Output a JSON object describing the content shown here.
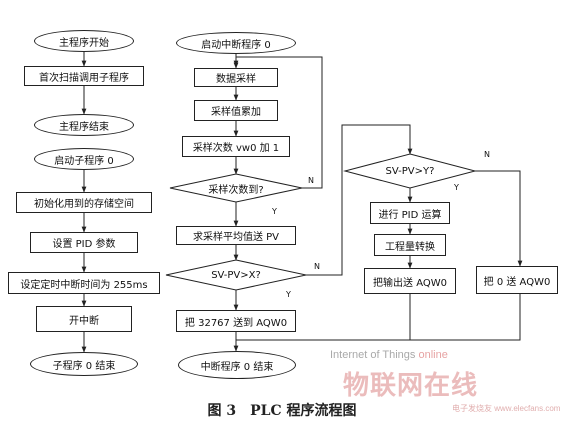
{
  "left_flow": {
    "main_start": "主程序开始",
    "first_scan": "首次扫描调用子程序",
    "main_end": "主程序结束",
    "sub_start": "启动子程序 0",
    "init_storage": "初始化用到的存储空间",
    "set_pid": "设置 PID 参数",
    "set_timer": "设定定时中断时间为 255ms",
    "enable_int": "开中断",
    "sub_end": "子程序 0 结束"
  },
  "middle_flow": {
    "int_start": "启动中断程序 0",
    "sample": "数据采样",
    "accumulate": "采样值累加",
    "count_inc": "采样次数 vw0 加 1",
    "count_reached": "采样次数到?",
    "avg_to_pv": "求采样平均值送 PV",
    "sv_pv_x": "SV-PV>X?",
    "send_32767": "把 32767 送到 AQW0",
    "int_end": "中断程序 0 结束"
  },
  "right_flow": {
    "sv_pv_y": "SV-PV>Y?",
    "pid_calc": "进行 PID 运算",
    "eng_convert": "工程量转换",
    "output_aqw": "把输出送 AQW0",
    "zero_aqw": "把 0 送 AQW0"
  },
  "branch_labels": {
    "n1": "N",
    "y1": "Y",
    "n2": "N",
    "y2": "Y",
    "n3": "N",
    "y3": "Y"
  },
  "watermark": {
    "en_part1": "Internet of Things",
    "en_part2": " online",
    "cn": "物联网在线",
    "url": "电子发烧友 www.elecfans.com"
  },
  "caption": "图 3　PLC 程序流程图"
}
